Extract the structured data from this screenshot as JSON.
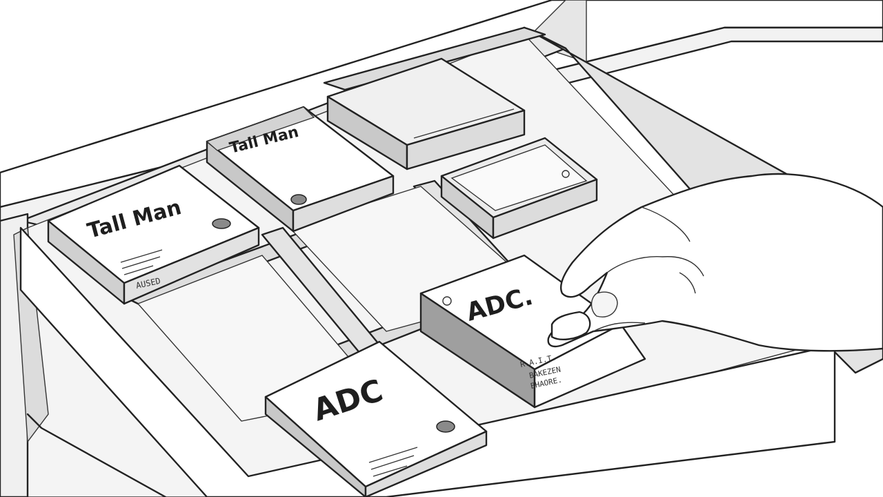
{
  "scene": {
    "labels": {
      "box_top_left_brand": "Tall Man",
      "box_top_left_small": "AUSED",
      "box_top_center_brand": "Tall Man",
      "box_bottom_brand": "ADC",
      "box_held_brand": "ADC.",
      "box_held_small_1": "R.A.I.T.",
      "box_held_small_2": "BAKEZEN",
      "box_held_small_3": "BHAORE."
    },
    "colors": {
      "line": "#222222",
      "paper": "#ffffff",
      "shade_light": "#ededed",
      "shade_mid": "#d8d8d8",
      "shade_dark": "#b5b5b5"
    }
  }
}
